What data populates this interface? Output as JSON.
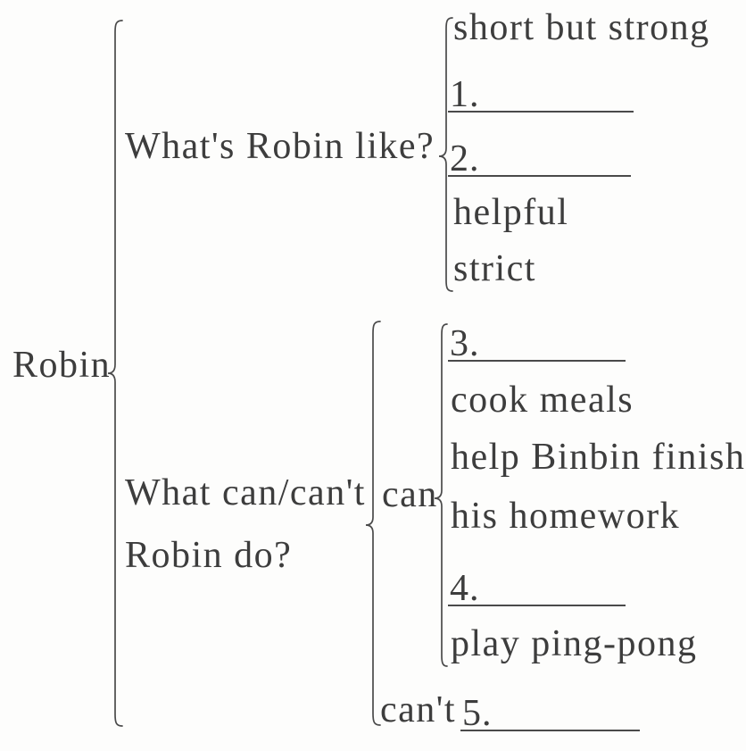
{
  "colors": {
    "ink": "#3d3d3d",
    "line": "#4a4a4a",
    "paper": "#fdfdfc"
  },
  "root": {
    "label": "Robin"
  },
  "branches": [
    {
      "question": "What's Robin like?",
      "items": [
        {
          "text": "short but strong"
        },
        {
          "blank": true,
          "number": "1."
        },
        {
          "blank": true,
          "number": "2."
        },
        {
          "text": "helpful"
        },
        {
          "text": "strict"
        }
      ]
    },
    {
      "question_line1": "What can/can't",
      "question_line2": "Robin do?",
      "sub_branches": [
        {
          "label": "can",
          "items": [
            {
              "blank": true,
              "number": "3."
            },
            {
              "text": "cook meals"
            },
            {
              "text": "help Binbin finish"
            },
            {
              "text": "his homework"
            },
            {
              "blank": true,
              "number": "4."
            },
            {
              "text": "play ping-pong"
            }
          ]
        },
        {
          "label": "can't",
          "items": [
            {
              "blank": true,
              "number": "5."
            }
          ]
        }
      ]
    }
  ]
}
